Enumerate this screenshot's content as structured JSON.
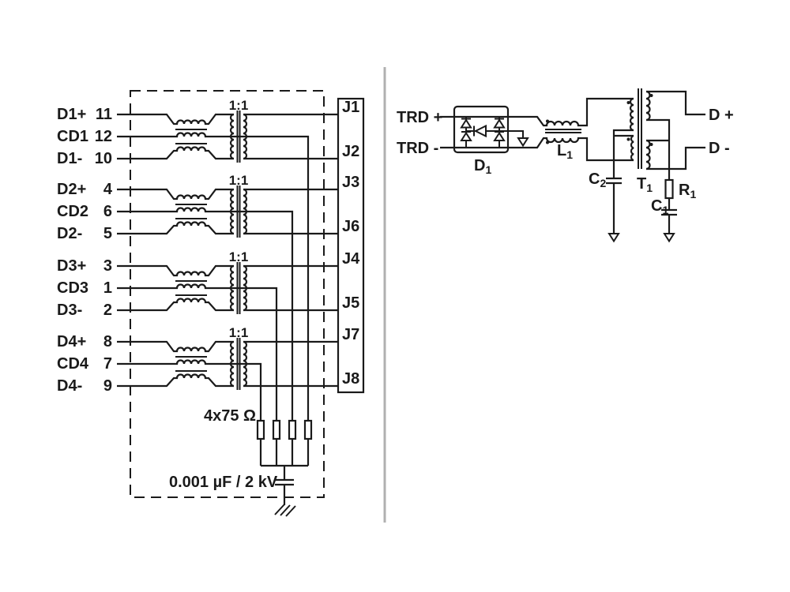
{
  "left_circuit": {
    "rows": [
      {
        "signal": "D1+",
        "pin": "11"
      },
      {
        "signal": "CD1",
        "pin": "12"
      },
      {
        "signal": "D1-",
        "pin": "10"
      },
      {
        "signal": "D2+",
        "pin": "4"
      },
      {
        "signal": "CD2",
        "pin": "6"
      },
      {
        "signal": "D2-",
        "pin": "5"
      },
      {
        "signal": "D3+",
        "pin": "3"
      },
      {
        "signal": "CD3",
        "pin": "1"
      },
      {
        "signal": "D3-",
        "pin": "2"
      },
      {
        "signal": "D4+",
        "pin": "8"
      },
      {
        "signal": "CD4",
        "pin": "7"
      },
      {
        "signal": "D4-",
        "pin": "9"
      }
    ],
    "ratio_label": "1:1",
    "jacks": [
      "J1",
      "J2",
      "J3",
      "J6",
      "J4",
      "J5",
      "J7",
      "J8"
    ],
    "resistor_label": "4x75 Ω",
    "capacitor_label": "0.001 µF / 2 kV"
  },
  "right_circuit": {
    "inputs": [
      "TRD +",
      "TRD -"
    ],
    "outputs": [
      "D +",
      "D -"
    ],
    "components": {
      "diode_bridge": {
        "base": "D",
        "sub": "1"
      },
      "choke": {
        "base": "L",
        "sub": "1"
      },
      "cap_primary": {
        "base": "C",
        "sub": "2"
      },
      "transformer": {
        "base": "T",
        "sub": "1"
      },
      "resistor": {
        "base": "R",
        "sub": "1"
      },
      "cap_secondary": {
        "base": "C",
        "sub": "1"
      }
    }
  },
  "colors": {
    "wire": "#1a1a1a",
    "divider": "#b0b0b0",
    "background": "#ffffff"
  }
}
